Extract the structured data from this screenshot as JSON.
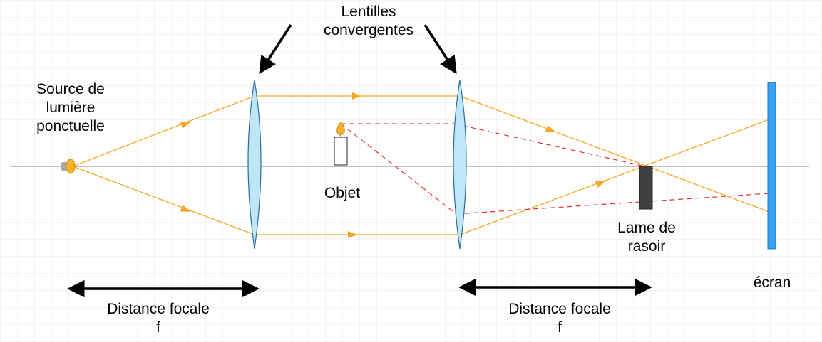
{
  "labels": {
    "lenses": [
      "Lentilles",
      "convergentes"
    ],
    "source": [
      "Source de",
      "lumière",
      "ponctuelle"
    ],
    "object": "Objet",
    "razor": [
      "Lame de",
      "rasoir"
    ],
    "screen": "écran",
    "focal_left": [
      "Distance focale",
      "f"
    ],
    "focal_right": [
      "Distance focale",
      "f"
    ]
  },
  "colors": {
    "grid": "#e6e6e6",
    "axis": "#7f7f7f",
    "ray": "#f5a623",
    "dashed_ray": "#e02020",
    "lens_fill": "#bfe6f6",
    "lens_stroke": "#2a6f9a",
    "screen": "#3aa0f0",
    "razor": "#404040",
    "source": "#f5b32a",
    "arrow": "#000000"
  }
}
